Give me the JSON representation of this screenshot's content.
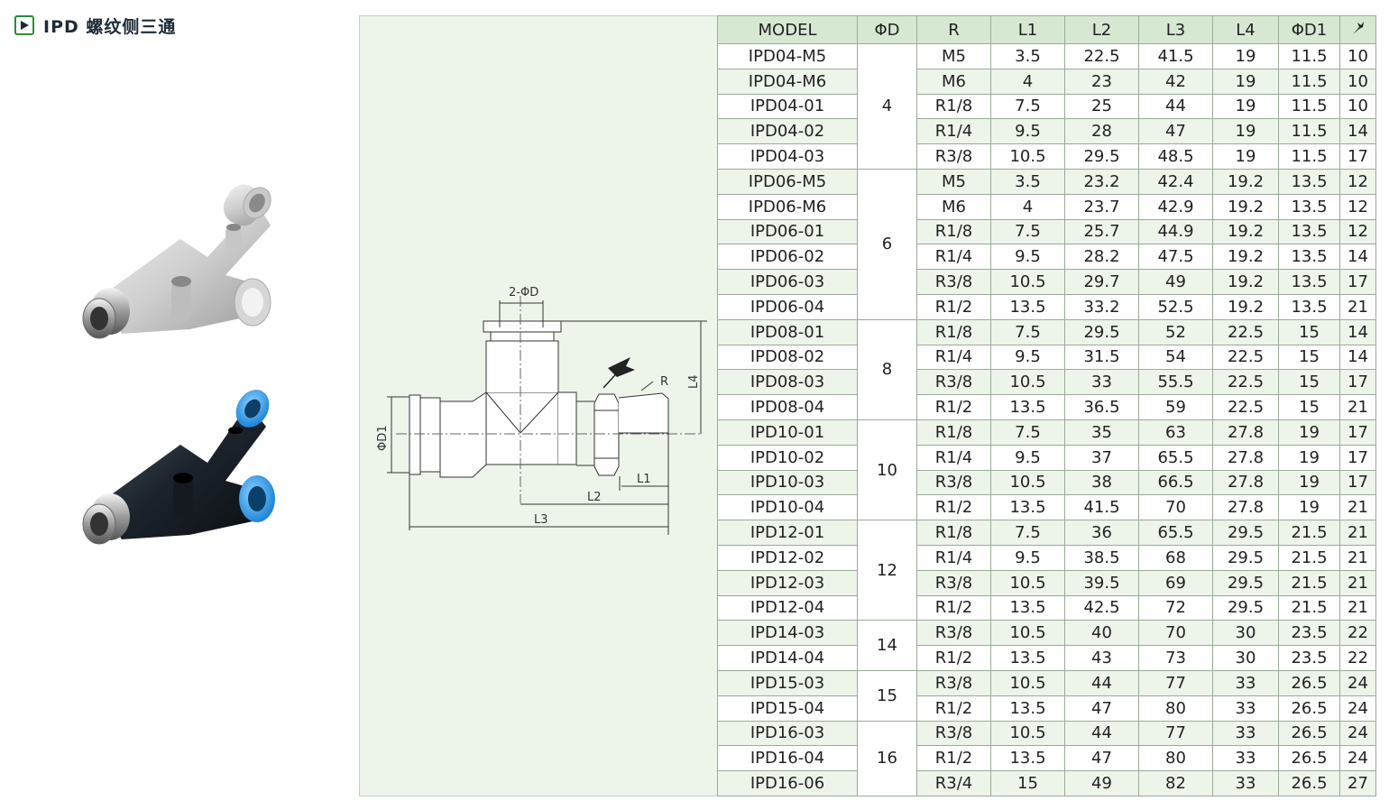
{
  "header": {
    "title": "IPD 螺纹侧三通"
  },
  "drawing": {
    "labels": {
      "two_phi_d": "2-ΦD",
      "r": "R",
      "l4": "L4",
      "phi_d1": "ΦD1",
      "l1": "L1",
      "l2": "L2",
      "l3": "L3"
    }
  },
  "table": {
    "headers": [
      "MODEL",
      "ΦD",
      "R",
      "L1",
      "L2",
      "L3",
      "L4",
      "ΦD1"
    ],
    "groups": [
      {
        "d": "4",
        "rows": [
          [
            "IPD04-M5",
            "M5",
            "3.5",
            "22.5",
            "41.5",
            "19",
            "11.5",
            "10"
          ],
          [
            "IPD04-M6",
            "M6",
            "4",
            "23",
            "42",
            "19",
            "11.5",
            "10"
          ],
          [
            "IPD04-01",
            "R1/8",
            "7.5",
            "25",
            "44",
            "19",
            "11.5",
            "10"
          ],
          [
            "IPD04-02",
            "R1/4",
            "9.5",
            "28",
            "47",
            "19",
            "11.5",
            "14"
          ],
          [
            "IPD04-03",
            "R3/8",
            "10.5",
            "29.5",
            "48.5",
            "19",
            "11.5",
            "17"
          ]
        ]
      },
      {
        "d": "6",
        "rows": [
          [
            "IPD06-M5",
            "M5",
            "3.5",
            "23.2",
            "42.4",
            "19.2",
            "13.5",
            "12"
          ],
          [
            "IPD06-M6",
            "M6",
            "4",
            "23.7",
            "42.9",
            "19.2",
            "13.5",
            "12"
          ],
          [
            "IPD06-01",
            "R1/8",
            "7.5",
            "25.7",
            "44.9",
            "19.2",
            "13.5",
            "12"
          ],
          [
            "IPD06-02",
            "R1/4",
            "9.5",
            "28.2",
            "47.5",
            "19.2",
            "13.5",
            "14"
          ],
          [
            "IPD06-03",
            "R3/8",
            "10.5",
            "29.7",
            "49",
            "19.2",
            "13.5",
            "17"
          ],
          [
            "IPD06-04",
            "R1/2",
            "13.5",
            "33.2",
            "52.5",
            "19.2",
            "13.5",
            "21"
          ]
        ]
      },
      {
        "d": "8",
        "rows": [
          [
            "IPD08-01",
            "R1/8",
            "7.5",
            "29.5",
            "52",
            "22.5",
            "15",
            "14"
          ],
          [
            "IPD08-02",
            "R1/4",
            "9.5",
            "31.5",
            "54",
            "22.5",
            "15",
            "14"
          ],
          [
            "IPD08-03",
            "R3/8",
            "10.5",
            "33",
            "55.5",
            "22.5",
            "15",
            "17"
          ],
          [
            "IPD08-04",
            "R1/2",
            "13.5",
            "36.5",
            "59",
            "22.5",
            "15",
            "21"
          ]
        ]
      },
      {
        "d": "10",
        "rows": [
          [
            "IPD10-01",
            "R1/8",
            "7.5",
            "35",
            "63",
            "27.8",
            "19",
            "17"
          ],
          [
            "IPD10-02",
            "R1/4",
            "9.5",
            "37",
            "65.5",
            "27.8",
            "19",
            "17"
          ],
          [
            "IPD10-03",
            "R3/8",
            "10.5",
            "38",
            "66.5",
            "27.8",
            "19",
            "17"
          ],
          [
            "IPD10-04",
            "R1/2",
            "13.5",
            "41.5",
            "70",
            "27.8",
            "19",
            "21"
          ]
        ]
      },
      {
        "d": "12",
        "rows": [
          [
            "IPD12-01",
            "R1/8",
            "7.5",
            "36",
            "65.5",
            "29.5",
            "21.5",
            "21"
          ],
          [
            "IPD12-02",
            "R1/4",
            "9.5",
            "38.5",
            "68",
            "29.5",
            "21.5",
            "21"
          ],
          [
            "IPD12-03",
            "R3/8",
            "10.5",
            "39.5",
            "69",
            "29.5",
            "21.5",
            "21"
          ],
          [
            "IPD12-04",
            "R1/2",
            "13.5",
            "42.5",
            "72",
            "29.5",
            "21.5",
            "21"
          ]
        ]
      },
      {
        "d": "14",
        "rows": [
          [
            "IPD14-03",
            "R3/8",
            "10.5",
            "40",
            "70",
            "30",
            "23.5",
            "22"
          ],
          [
            "IPD14-04",
            "R1/2",
            "13.5",
            "43",
            "73",
            "30",
            "23.5",
            "22"
          ]
        ]
      },
      {
        "d": "15",
        "rows": [
          [
            "IPD15-03",
            "R3/8",
            "10.5",
            "44",
            "77",
            "33",
            "26.5",
            "24"
          ],
          [
            "IPD15-04",
            "R1/2",
            "13.5",
            "47",
            "80",
            "33",
            "26.5",
            "24"
          ]
        ]
      },
      {
        "d": "16",
        "rows": [
          [
            "IPD16-03",
            "R3/8",
            "10.5",
            "44",
            "77",
            "33",
            "26.5",
            "24"
          ],
          [
            "IPD16-04",
            "R1/2",
            "13.5",
            "47",
            "80",
            "33",
            "26.5",
            "24"
          ],
          [
            "IPD16-06",
            "R3/4",
            "15",
            "49",
            "82",
            "33",
            "26.5",
            "27"
          ]
        ]
      }
    ]
  }
}
